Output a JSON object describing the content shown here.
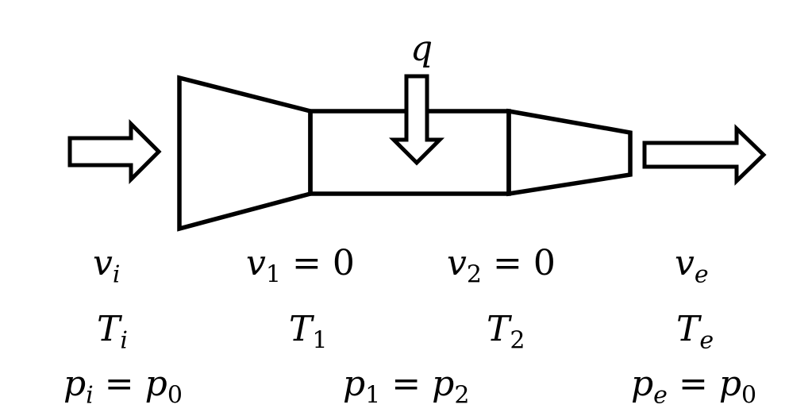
{
  "heat_label": "q",
  "stations": {
    "inlet": {
      "v": "v",
      "v_sub": "i",
      "v_eq": "",
      "T": "T",
      "T_sub": "i"
    },
    "state1": {
      "v": "v",
      "v_sub": "1",
      "v_eq": "0",
      "T": "T",
      "T_sub": "1"
    },
    "state2": {
      "v": "v",
      "v_sub": "2",
      "v_eq": "0",
      "T": "T",
      "T_sub": "2"
    },
    "exit": {
      "v": "v",
      "v_sub": "e",
      "v_eq": "",
      "T": "T",
      "T_sub": "e"
    }
  },
  "pressures": {
    "inlet": {
      "lhs": "p",
      "lhs_sub": "i",
      "rhs": "p",
      "rhs_sub": "0"
    },
    "middle": {
      "lhs": "p",
      "lhs_sub": "1",
      "rhs": "p",
      "rhs_sub": "2"
    },
    "exit": {
      "lhs": "p",
      "lhs_sub": "e",
      "rhs": "p",
      "rhs_sub": "0"
    }
  },
  "operator": "="
}
